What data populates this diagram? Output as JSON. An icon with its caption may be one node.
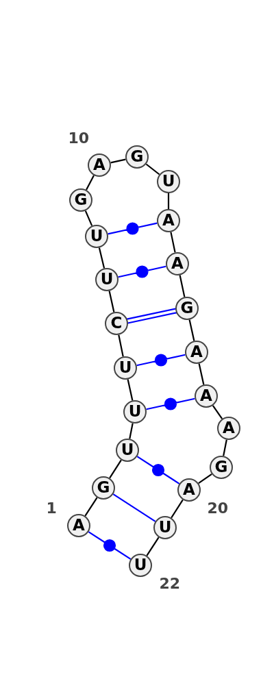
{
  "diagram": {
    "nodes": [
      {
        "text": [
          "A"
        ],
        "beside": [
          "1"
        ]
      },
      {
        "text": [
          "G"
        ]
      },
      {
        "text": [
          "U"
        ]
      },
      {
        "text": [
          "U"
        ]
      },
      {
        "text": [
          "U"
        ]
      },
      {
        "text": [
          "C"
        ]
      },
      {
        "text": [
          "U"
        ]
      },
      {
        "text": [
          "U"
        ]
      },
      {
        "text": [
          "G"
        ]
      },
      {
        "text": [
          "A"
        ],
        "beside": [
          "10"
        ]
      },
      {
        "text": [
          "G"
        ]
      },
      {
        "text": [
          "U"
        ]
      },
      {
        "text": [
          "A"
        ]
      },
      {
        "text": [
          "A"
        ]
      },
      {
        "text": [
          "G"
        ]
      },
      {
        "text": [
          "A"
        ]
      },
      {
        "text": [
          "A"
        ]
      },
      {
        "text": [
          "A"
        ]
      },
      {
        "text": [
          "G"
        ]
      },
      {
        "text": [
          "A"
        ],
        "beside": [
          "20"
        ]
      },
      {
        "text": [
          "U"
        ]
      },
      {
        "text": [
          "U"
        ],
        "beside": [
          "22"
        ]
      }
    ],
    "edges": [
      {
        "from": 0,
        "to": 1,
        "arrow": "none"
      },
      {
        "from": 1,
        "to": 2,
        "arrow": "none"
      },
      {
        "from": 2,
        "to": 3,
        "arrow": "none"
      },
      {
        "from": 3,
        "to": 4,
        "arrow": "none"
      },
      {
        "from": 4,
        "to": 5,
        "arrow": "none"
      },
      {
        "from": 5,
        "to": 6,
        "arrow": "none"
      },
      {
        "from": 6,
        "to": 7,
        "arrow": "none"
      },
      {
        "from": 7,
        "to": 8,
        "arrow": "none"
      },
      {
        "from": 8,
        "to": 9,
        "arrow": "none"
      },
      {
        "from": 9,
        "to": 10,
        "arrow": "none"
      },
      {
        "from": 10,
        "to": 11,
        "arrow": "none"
      },
      {
        "from": 11,
        "to": 12,
        "arrow": "none"
      },
      {
        "from": 12,
        "to": 13,
        "arrow": "none"
      },
      {
        "from": 13,
        "to": 14,
        "arrow": "none"
      },
      {
        "from": 14,
        "to": 15,
        "arrow": "none"
      },
      {
        "from": 15,
        "to": 16,
        "arrow": "none"
      },
      {
        "from": 16,
        "to": 17,
        "arrow": "none"
      },
      {
        "from": 17,
        "to": 18,
        "arrow": "none"
      },
      {
        "from": 18,
        "to": 19,
        "arrow": "none"
      },
      {
        "from": 19,
        "to": 20,
        "arrow": "none"
      },
      {
        "from": 20,
        "to": 21,
        "arrow": "none"
      },
      {
        "from": 0,
        "to": 21,
        "arrow": "none",
        "color": "#0000ff"
      },
      {
        "from": 1,
        "to": 20,
        "arrow": "none",
        "color": "#0000ff"
      },
      {
        "from": 2,
        "to": 19,
        "arrow": "none",
        "color": "#0000ff"
      },
      {
        "from": 3,
        "to": 16,
        "arrow": "none",
        "color": "#0000ff"
      },
      {
        "from": 4,
        "to": 15,
        "arrow": "none",
        "color": "#0000ff"
      },
      {
        "from": 5,
        "to": 14,
        "arrow": "none",
        "color": "#0000ff"
      },
      {
        "from": 6,
        "to": 13,
        "arrow": "none",
        "color": "#0000ff"
      },
      {
        "from": 7,
        "to": 12,
        "arrow": "none",
        "color": "#0000ff"
      }
    ]
  }
}
